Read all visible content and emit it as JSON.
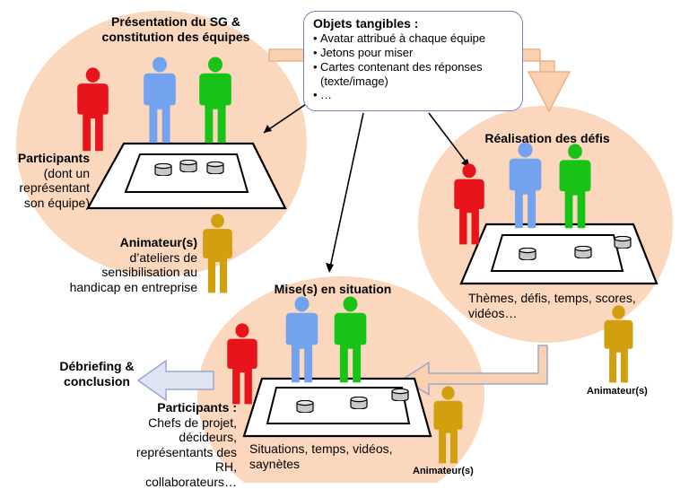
{
  "colors": {
    "circle_fill": "#fbd7be",
    "arrow_fill": "#fbd0b0",
    "arrow_stroke": "#e9b489",
    "red": "#e8141b",
    "blue": "#73a3ee",
    "green": "#18c318",
    "gold": "#d2a00f",
    "outline": "#000000",
    "disc_fill": "#c8c8c8",
    "callout_border": "#6e86b3",
    "blue_arrow_fill": "#dfe6f3",
    "blue_arrow_stroke": "#9aa9c9"
  },
  "icons": {
    "person": "person-icon",
    "token": "token-icon",
    "board": "game-board"
  },
  "callout": {
    "title": "Objets tangibles :",
    "items": [
      {
        "bullet": "•",
        "text": "Avatar attribué à chaque équipe"
      },
      {
        "bullet": "•",
        "text": "Jetons pour miser"
      },
      {
        "bullet": "•",
        "text": "Cartes contenant des réponses"
      },
      {
        "bullet": "",
        "text": "(texte/image)"
      },
      {
        "bullet": "•",
        "text": "…"
      }
    ]
  },
  "stage1": {
    "title_line1": "Présentation du SG &",
    "title_line2": "constitution des équipes",
    "participants_label": "Participants",
    "participants_detail": [
      "(dont un",
      "représentant",
      "son équipe)"
    ],
    "animator_label": "Animateur(s)",
    "animator_detail": [
      "d’ateliers de",
      "sensibilisation au",
      "handicap en entreprise"
    ]
  },
  "stage2": {
    "title": "Réalisation des défis",
    "caption_line1": "Thèmes, défis, temps, scores,",
    "caption_line2": "vidéos…",
    "animator_label": "Animateur(s)"
  },
  "stage3": {
    "title": "Mise(s) en situation",
    "participants_label": "Participants :",
    "participants_detail": [
      "Chefs de projet,",
      "décideurs,",
      "représentants des RH,",
      "collaborateurs…"
    ],
    "caption_line1": "Situations, temps, vidéos,",
    "caption_line2": "saynètes",
    "animator_label": "Animateur(s)"
  },
  "debriefing": {
    "line1": "Débriefing &",
    "line2": "conclusion"
  }
}
